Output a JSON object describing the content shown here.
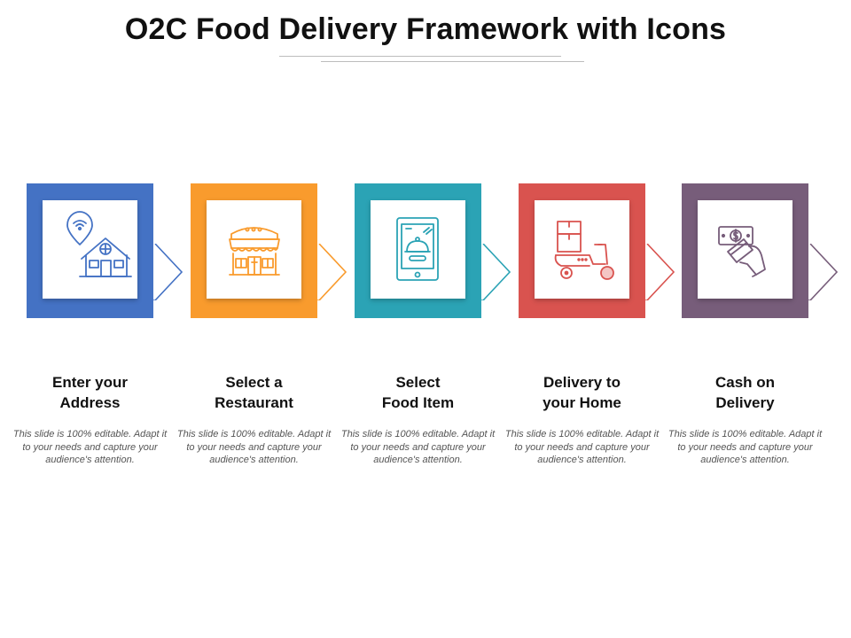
{
  "title": "O2C Food Delivery Framework with Icons",
  "steps": [
    {
      "label_line1": "Enter your",
      "label_line2": "Address",
      "icon": "house-location-icon",
      "color": "#4472C4",
      "description": "This slide is 100% editable. Adapt it to your needs and capture your audience's attention."
    },
    {
      "label_line1": "Select a",
      "label_line2": "Restaurant",
      "icon": "restaurant-icon",
      "color": "#F99B2D",
      "description": "This slide is 100% editable. Adapt it to your needs and capture your audience's attention."
    },
    {
      "label_line1": "Select",
      "label_line2": "Food Item",
      "icon": "tablet-food-icon",
      "color": "#2BA3B5",
      "description": "This slide is 100% editable. Adapt it to your needs and capture your audience's attention."
    },
    {
      "label_line1": "Delivery to",
      "label_line2": "your Home",
      "icon": "delivery-scooter-icon",
      "color": "#D9534F",
      "description": "This slide is 100% editable. Adapt it to your needs and capture your audience's attention."
    },
    {
      "label_line1": "Cash on",
      "label_line2": "Delivery",
      "icon": "hand-cash-card-icon",
      "color": "#775D7A",
      "description": "This slide is 100% editable. Adapt it to your needs and capture your audience's attention."
    }
  ]
}
